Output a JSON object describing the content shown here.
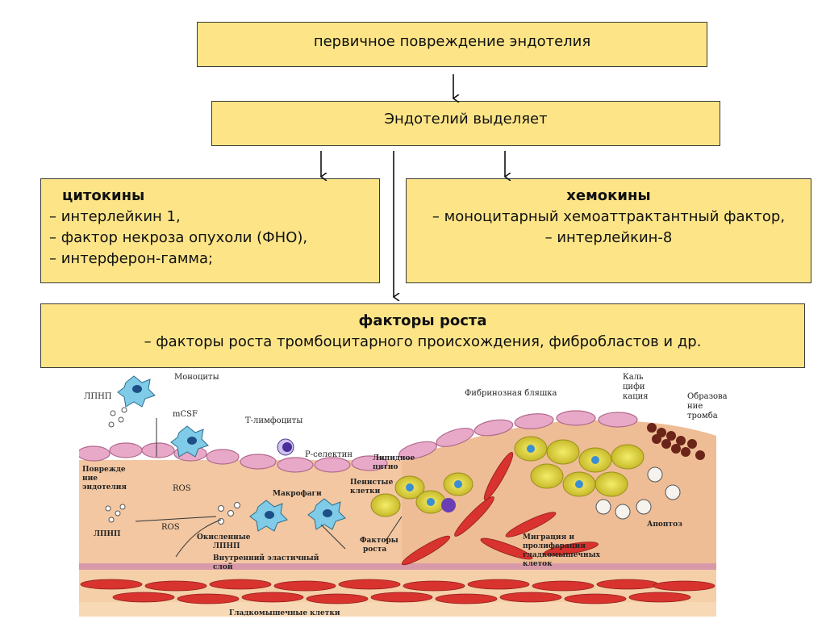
{
  "flow": {
    "primary_damage": "первичное повреждение эндотелия",
    "endothelium_secretes": "Эндотелий выделяет",
    "cytokines": {
      "title": "цитокины",
      "items": [
        "– интерлейкин 1,",
        "– фактор некроза опухоли (ФНО),",
        "– интерферон-гамма;"
      ]
    },
    "chemokines": {
      "title": "хемокины",
      "items": [
        "– моноцитарный хемоаттрактантный фактор,",
        "– интерлейкин-8"
      ]
    },
    "growth_factors": {
      "title": "факторы роста",
      "items": [
        "– факторы роста тромбоцитарного происхождения, фибробластов и др."
      ]
    }
  },
  "illustration": {
    "labels": {
      "monocytes": "Моноциты",
      "ldl_top": "ЛПНП",
      "mcsf": "mCSF",
      "t_lymphocytes": "Т-лимфоциты",
      "p_selectin": "Р-селектин",
      "fibrin_plaque": "Фибринозная бляшка",
      "calc_1": "Каль",
      "calc_2": "цифи",
      "calc_3": "кация",
      "thrombus_1": "Образова",
      "thrombus_2": "ние",
      "thrombus_3": "тромба",
      "lipid_spot_1": "Липидное",
      "lipid_spot_2": "пятно",
      "damage_1": "Поврежде",
      "damage_2": "ние",
      "damage_3": "эндотелия",
      "ros_1": "ROS",
      "ros_2": "ROS",
      "macrophages": "Макрофаги",
      "foam_1": "Пенистые",
      "foam_2": "клетки",
      "ldl_bottom": "ЛПНП",
      "oxidized_1": "Окисленные",
      "oxidized_2": "ЛПНП",
      "growth_f_1": "Факторы",
      "growth_f_2": "роста",
      "migration_1": "Миграция и",
      "migration_2": "пролиферация",
      "migration_3": "гладкомышечных",
      "migration_4": "клеток",
      "apoptosis": "Апоптоз",
      "elastic_1": "Внутренний эластичный",
      "elastic_2": "слой",
      "smooth_muscle": "Гладкомышечные клетки"
    }
  }
}
